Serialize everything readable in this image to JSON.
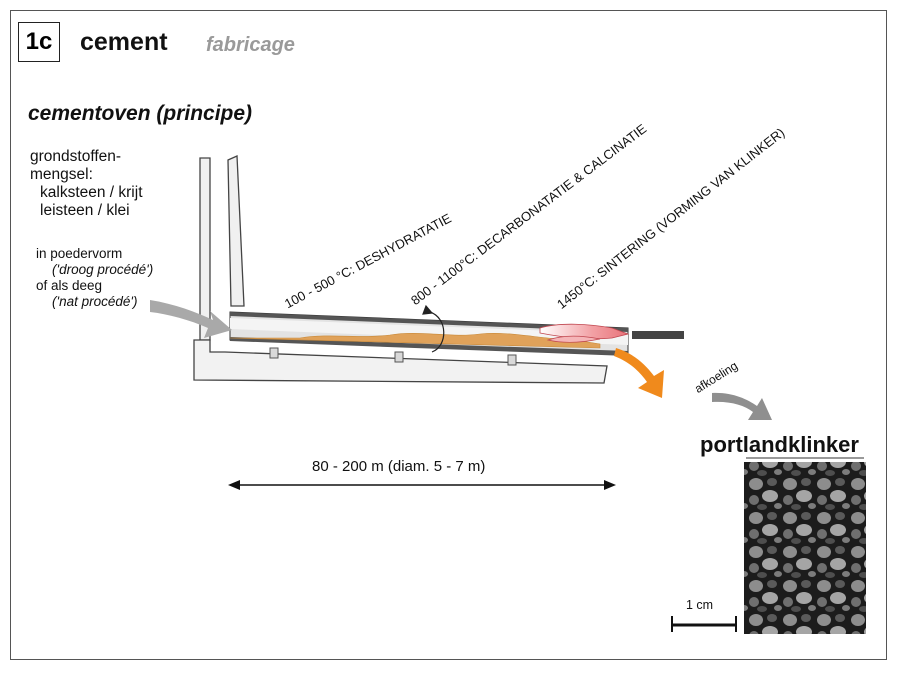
{
  "header": {
    "badge": "1c",
    "title": "cement",
    "subtitle": "fabricage"
  },
  "section_title": "cementoven (principe)",
  "raw_materials": {
    "line1": "grondstoffen-",
    "line2": "mengsel:",
    "line3": "kalksteen / krijt",
    "line4": "leisteen / klei"
  },
  "feed_form": {
    "line1": "in poedervorm",
    "line2": "('droog procédé')",
    "line3": "of als deeg",
    "line4": "('nat procédé')"
  },
  "stages": {
    "stage1": "100 - 500 °C: DESHYDRATATIE",
    "stage2": "800 - 1100°C: DECARBONATATIE & CALCINATIE",
    "stage3": "1450°C: SINTERING (VORMING VAN KLINKER)"
  },
  "cooling_label": "afkoeling",
  "length_label": "80 - 200 m (diam. 5 - 7 m)",
  "product_label": "portlandklinker",
  "scale_label": "1 cm",
  "colors": {
    "material": "#e0a25a",
    "flow_arrow": "#f08a1c",
    "gray_arrow": "#a9a9a9",
    "flame": "#e8737a",
    "subtitle": "#9a9a9a"
  }
}
